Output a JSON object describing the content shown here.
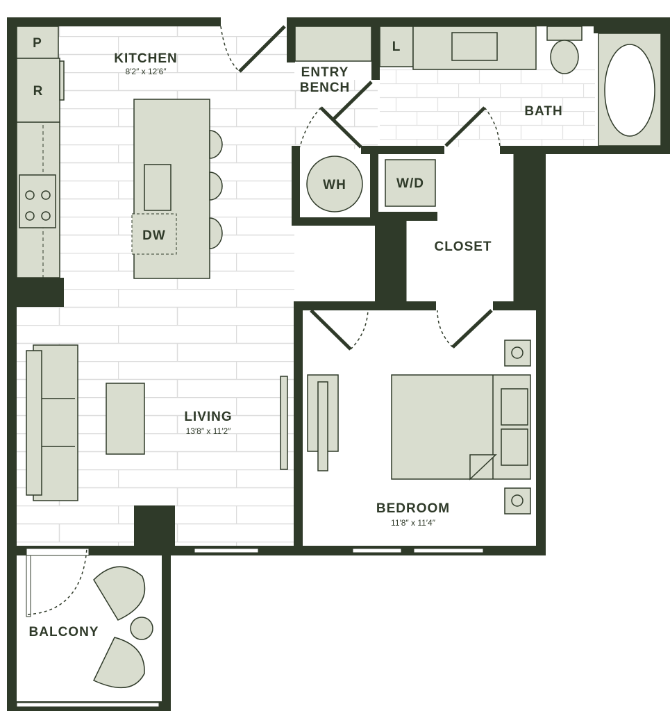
{
  "rooms": {
    "kitchen": {
      "name": "KITCHEN",
      "dims": "8′2″ x 12′6″"
    },
    "living": {
      "name": "LIVING",
      "dims": "13′8″ x 11′2″"
    },
    "bedroom": {
      "name": "BEDROOM",
      "dims": "11′8″ x 11′4″"
    },
    "entry": {
      "name_line1": "ENTRY",
      "name_line2": "BENCH"
    },
    "bath": {
      "name": "BATH"
    },
    "closet": {
      "name": "CLOSET"
    },
    "balcony": {
      "name": "BALCONY"
    }
  },
  "fixtures": {
    "pantry": "P",
    "refrigerator": "R",
    "dishwasher": "DW",
    "water_heater": "WH",
    "washer_dryer": "W/D",
    "linen": "L"
  },
  "colors": {
    "wall": "#2f3a29",
    "furniture": "#d9ddcf",
    "floor_lines": "#dcdcdc"
  }
}
